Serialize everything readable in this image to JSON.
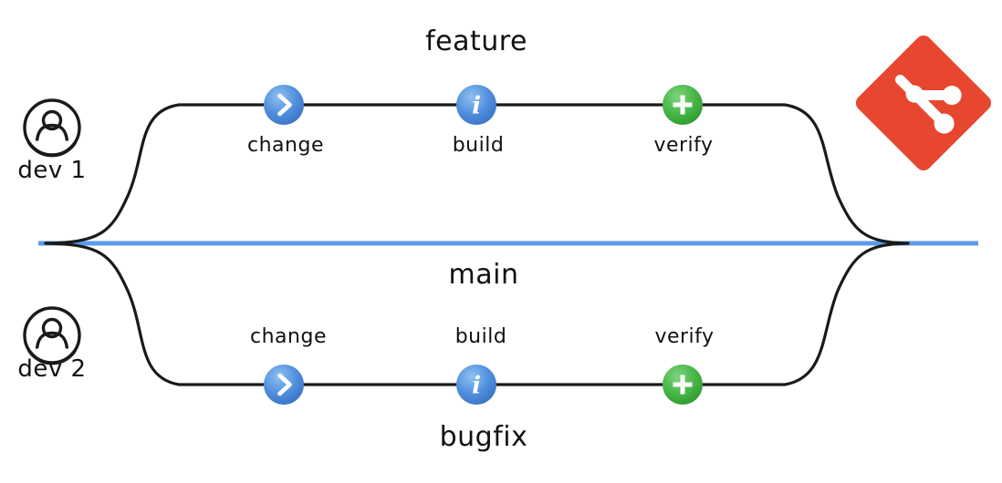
{
  "diagram": {
    "type": "git-branching-workflow",
    "main_branch": {
      "label": "main",
      "color": "#5b9be8"
    },
    "branches": [
      {
        "id": "feature",
        "label": "feature",
        "label_position": "above",
        "developer": {
          "label": "dev 1",
          "icon": "user-circle-icon"
        },
        "steps": [
          {
            "label": "change",
            "icon": "chevron-right-circle-icon",
            "color": "#4a86d8",
            "label_position": "below"
          },
          {
            "label": "build",
            "icon": "info-circle-icon",
            "color": "#4a86d8",
            "label_position": "below"
          },
          {
            "label": "verify",
            "icon": "plus-circle-icon",
            "color": "#4caf50",
            "label_position": "below"
          }
        ]
      },
      {
        "id": "bugfix",
        "label": "bugfix",
        "label_position": "below",
        "developer": {
          "label": "dev 2",
          "icon": "user-circle-icon"
        },
        "steps": [
          {
            "label": "change",
            "icon": "chevron-right-circle-icon",
            "color": "#4a86d8",
            "label_position": "above"
          },
          {
            "label": "build",
            "icon": "info-circle-icon",
            "color": "#4a86d8",
            "label_position": "above"
          },
          {
            "label": "verify",
            "icon": "plus-circle-icon",
            "color": "#4caf50",
            "label_position": "above"
          }
        ]
      }
    ],
    "logo": {
      "name": "git-logo",
      "color": "#e8472f"
    },
    "colors": {
      "main_line": "#5b9be8",
      "branch_line": "#1a1a1a",
      "blue_icon": "#4a86d8",
      "green_icon": "#4caf50",
      "git_red": "#e8472f",
      "text": "#111111"
    }
  }
}
